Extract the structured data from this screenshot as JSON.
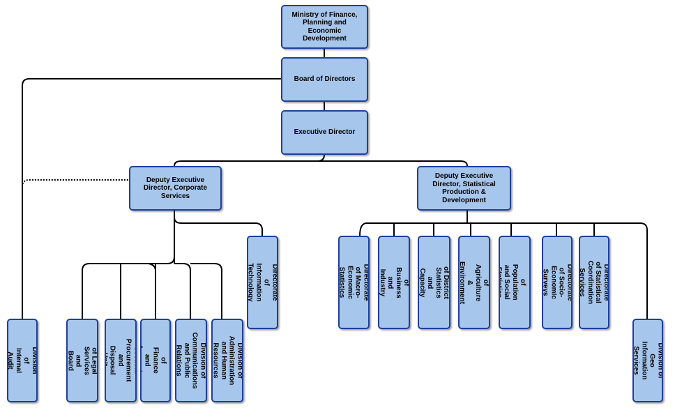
{
  "nodes": {
    "ministry": "Ministry of Finance, Planning and Economic Development",
    "board": "Board of Directors",
    "executive_director": "Executive Director",
    "deputy_corporate": "Deputy Executive Director, Corporate Services",
    "deputy_statistical": "Deputy Executive Director, Statistical Production & Development",
    "internal_audit": "Division of Internal Audit",
    "legal": "Division of Legal Services and Board Affairs.",
    "procurement": "Section: Procurement and Disposal Unit.",
    "finance": "Division of Finance and Accounts",
    "communications": "Division of Communications and Public Relations",
    "administration": "Division of Administration and Human Resources",
    "info_tech": "Directorate of Information Technology",
    "macro": "Directorate of Macro-Economic Statistics",
    "business": "Directorate of Business and Industry Statistics",
    "district": "Directorate of District Statistics and Capacity Dev't",
    "agriculture": "Directorate of Agriculture & Environment Statistics",
    "population": "Directorate of Population and Social Statistics",
    "socio": "Directorate of Socio-Economic Surveys",
    "coordination": "Directorate of Statistical Coordination Services",
    "geo": "Division of Geo Information Services"
  }
}
